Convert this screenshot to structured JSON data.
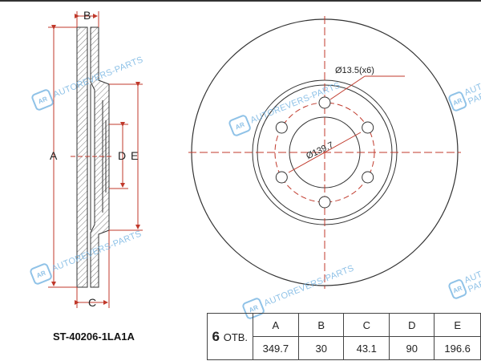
{
  "part_number": "ST-40206-1LA1A",
  "dimension_labels": {
    "a": "A",
    "b": "B",
    "c": "C",
    "d": "D",
    "e": "E"
  },
  "annotations": {
    "hole_diameter": "Ø13.5(x6)",
    "bolt_circle": "Ø139.7"
  },
  "watermark": {
    "logo": "AR",
    "text": "AUTOREVERS-PARTS"
  },
  "table": {
    "holes_count": "6",
    "holes_label": "ОТВ.",
    "headers": [
      "A",
      "B",
      "C",
      "D",
      "E"
    ],
    "values": [
      "349.7",
      "30",
      "43.1",
      "90",
      "196.6"
    ]
  },
  "colors": {
    "dimension": "#c0392b",
    "line": "#333333",
    "watermark": "#6aaee0"
  }
}
